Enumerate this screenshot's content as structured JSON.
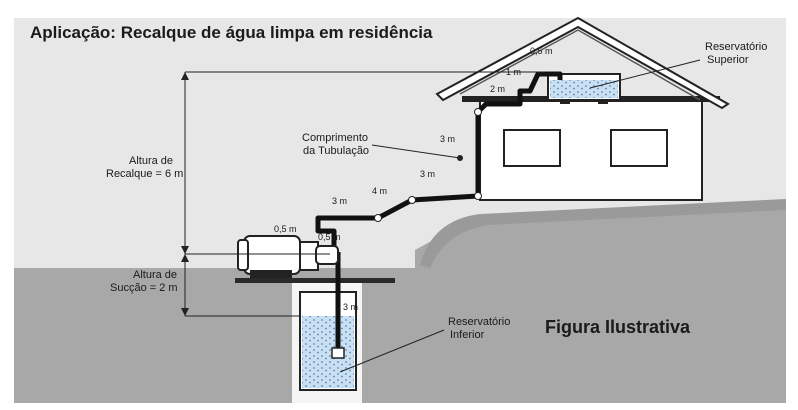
{
  "title": "Aplicação:  Recalque de água limpa em residência",
  "watermark": "Figura Ilustrativa",
  "labels": {
    "reservatorio_superior": [
      "Reservatório",
      "Superior"
    ],
    "reservatorio_inferior": [
      "Reservatório",
      "Inferior"
    ],
    "comprimento": [
      "Comprimento",
      "da Tubulação"
    ],
    "altura_recalque": [
      "Altura de",
      "Recalque = 6 m"
    ],
    "altura_succao": [
      "Altura de",
      "Sucção = 2 m"
    ]
  },
  "pipe_segments": {
    "top_a": "0,5 m",
    "top_b": "1 m",
    "top_c": "2 m",
    "vertical_upper": "3 m",
    "horizontal_mid": "3 m",
    "diagonal": "4 m",
    "horizontal_low": "3 m",
    "pump_top": "0,5 m",
    "pump_side": "0,5 m",
    "suction": "3 m"
  },
  "colors": {
    "background": "#e6e6e6",
    "ground": "#a6a6a6",
    "pipe": "#111111",
    "water": "#c7dff0"
  }
}
